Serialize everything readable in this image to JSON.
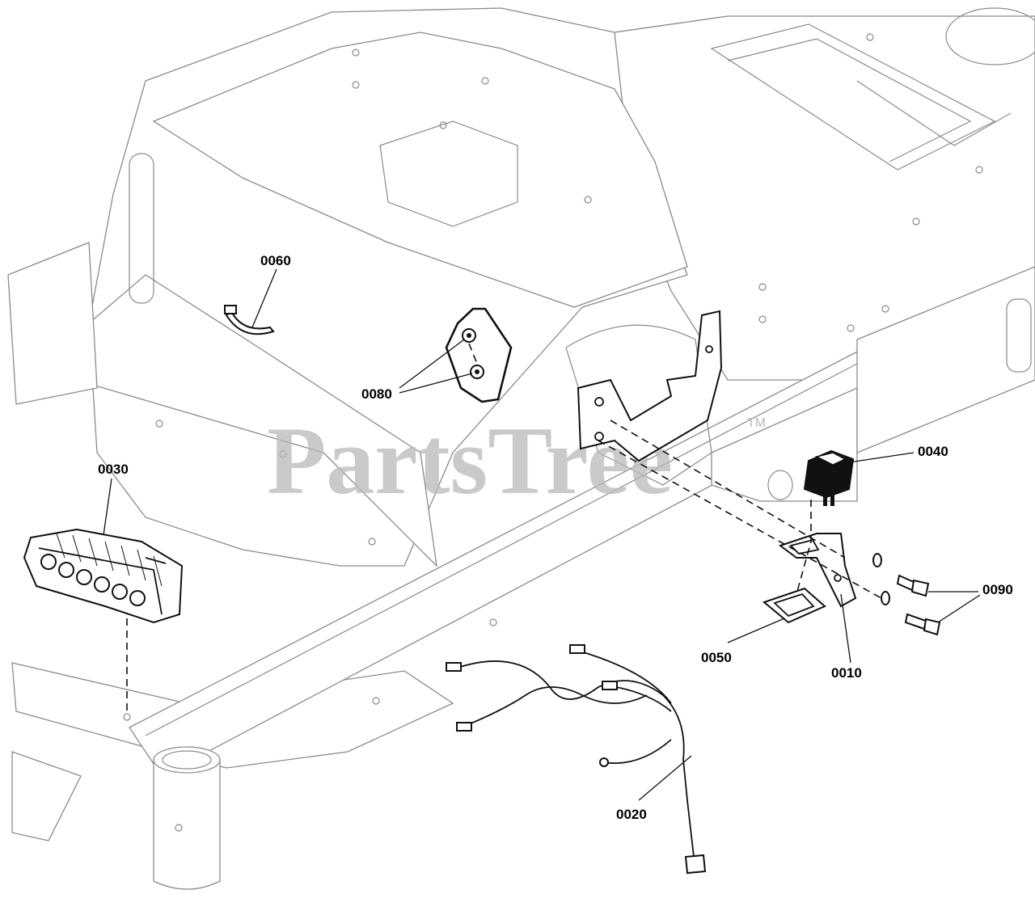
{
  "watermark": {
    "text": "PartsTree",
    "trademark": "TM"
  },
  "callouts": [
    {
      "id": "0060",
      "label": "0060"
    },
    {
      "id": "0080",
      "label": "0080"
    },
    {
      "id": "0030",
      "label": "0030"
    },
    {
      "id": "0040",
      "label": "0040"
    },
    {
      "id": "0090",
      "label": "0090"
    },
    {
      "id": "0050",
      "label": "0050"
    },
    {
      "id": "0010",
      "label": "0010"
    },
    {
      "id": "0020",
      "label": "0020"
    }
  ]
}
